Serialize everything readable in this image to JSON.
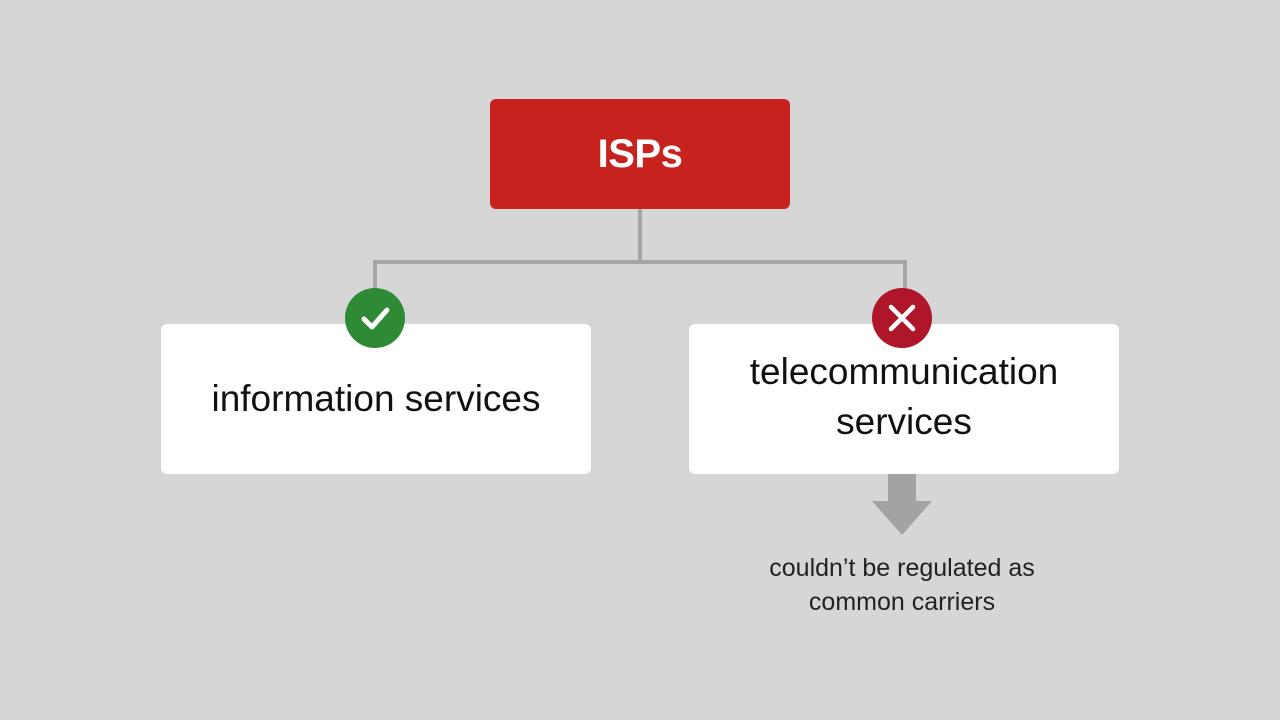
{
  "diagram": {
    "root": {
      "label": "ISPs",
      "color": "#c8221e"
    },
    "children": [
      {
        "label": "information services",
        "status": "check-icon",
        "status_color": "#2e8a34"
      },
      {
        "label": "telecommunication services",
        "line1": "telecommunication",
        "line2": "services",
        "status": "cross-icon",
        "status_color": "#b0162a"
      }
    ],
    "consequence": {
      "line1": "couldn’t be regulated as",
      "line2": "common carriers"
    },
    "colors": {
      "background": "#d6d6d6",
      "connector": "#a6a6a6",
      "arrow": "#a3a3a3"
    }
  }
}
